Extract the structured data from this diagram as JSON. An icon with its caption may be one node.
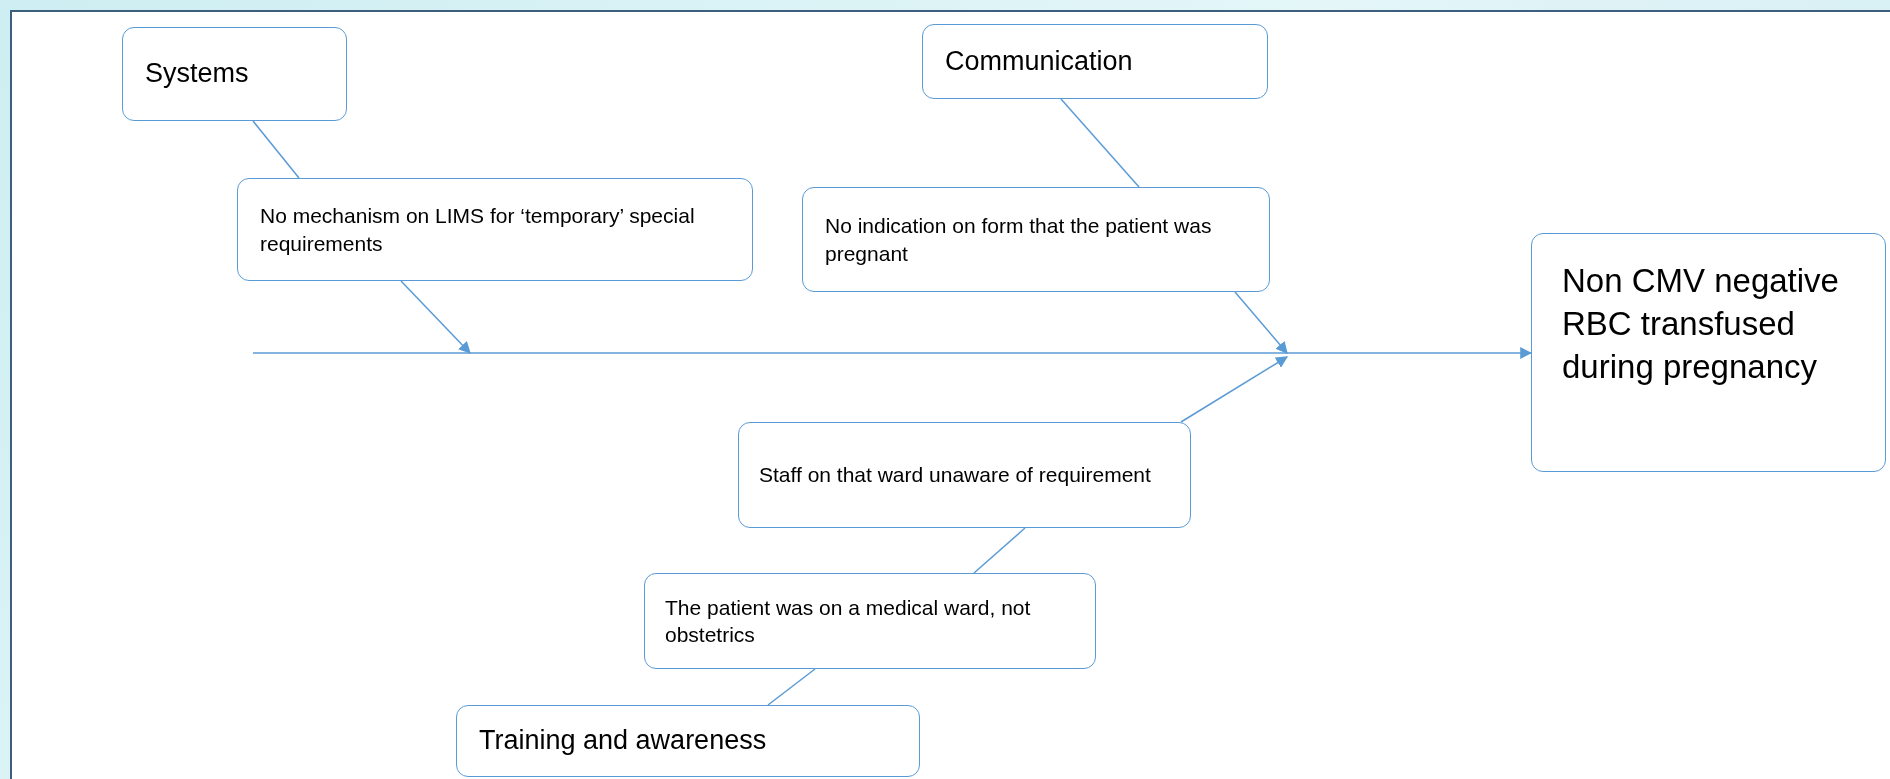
{
  "diagram": {
    "nodes": [
      {
        "text": [
          "Systems"
        ]
      },
      {
        "text": [
          "No mechanism on LIMS for ‘temporary’ special requirements"
        ]
      },
      {
        "text": [
          "Communication"
        ]
      },
      {
        "text": [
          "No indication on form that the patient was pregnant"
        ]
      },
      {
        "text": [
          "Non CMV negative RBC transfused during pregnancy"
        ]
      },
      {
        "text": [
          "Staff on that ward unaware of requirement"
        ]
      },
      {
        "text": [
          "The patient was on a medical ward, not obstetrics"
        ]
      },
      {
        "text": [
          "Training and awareness"
        ]
      }
    ],
    "edges": [
      {
        "from": 0,
        "to": 1,
        "arrow": "none"
      },
      {
        "from": 1,
        "to": null,
        "arrow": "to"
      },
      {
        "from": 2,
        "to": 3,
        "arrow": "none"
      },
      {
        "from": 3,
        "to": null,
        "arrow": "to"
      },
      {
        "from": 5,
        "to": null,
        "arrow": "to"
      },
      {
        "from": 6,
        "to": 5,
        "arrow": "none"
      },
      {
        "from": 7,
        "to": 6,
        "arrow": "none"
      },
      {
        "from": null,
        "to": 4,
        "arrow": "to"
      }
    ]
  }
}
